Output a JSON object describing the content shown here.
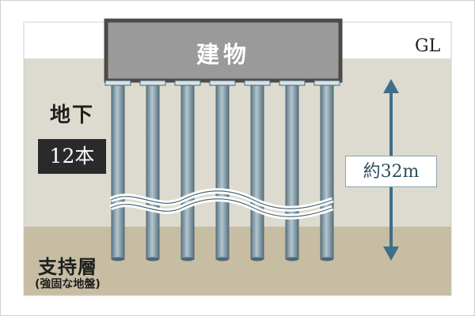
{
  "diagram": {
    "building_label": "建物",
    "ground_level_label": "GL",
    "underground_label": "地下",
    "pile_count_label": "12本",
    "depth_label": "約32m",
    "bearing_layer_label": "支持層",
    "bearing_layer_sublabel": "(強固な地盤)"
  },
  "colors": {
    "frame_bg": "#f4f4f2",
    "ground": "#dddbcf",
    "bearing_layer": "#c7bda3",
    "building_fill": "#9a9a9a",
    "building_border": "#4d4d4d",
    "pile": "#8ea7b4",
    "pile_shadow": "#4e6774",
    "cap": "#d9e2e6",
    "arrow": "#3e6e8a",
    "badge_bg": "#2a2a2a"
  }
}
